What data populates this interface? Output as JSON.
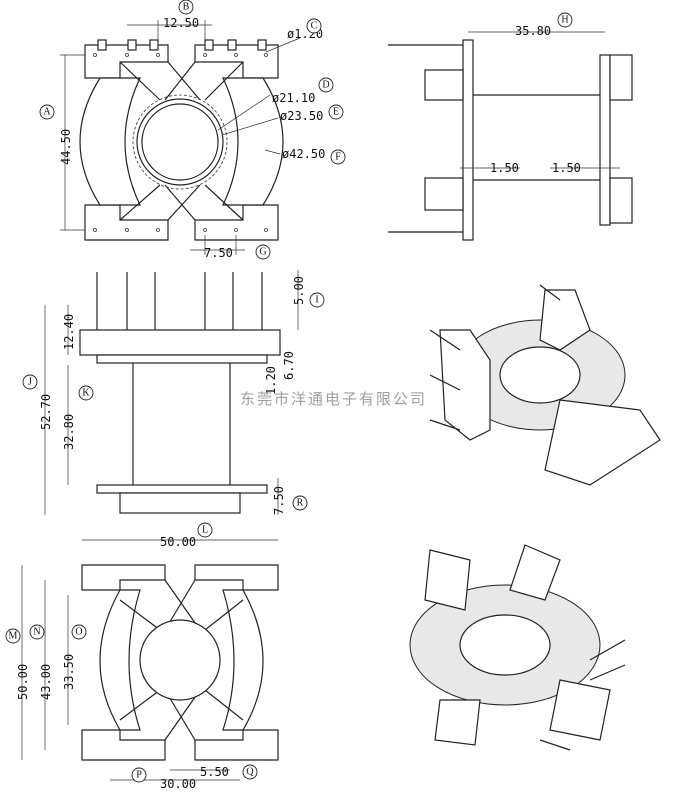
{
  "watermark": "东莞市洋通电子有限公司",
  "dimensions": {
    "B": "12.50",
    "C": "ø1.20",
    "D": "ø21.10",
    "E": "ø23.50",
    "F": "ø42.50",
    "A": "44.50",
    "G": "7.50",
    "H": "35.80",
    "wall_left": "1.50",
    "wall_right": "1.50",
    "I": "5.00",
    "J": "52.70",
    "K": "32.80",
    "L": "50.00",
    "M": "50.00",
    "N": "43.00",
    "O": "33.50",
    "P": "30.00",
    "Q": "5.50",
    "R": "7.50",
    "side_12_40": "12.40",
    "side_1_20": "1.20",
    "side_6_70": "6.70"
  },
  "callouts": [
    "A",
    "B",
    "C",
    "D",
    "E",
    "F",
    "G",
    "H",
    "I",
    "J",
    "K",
    "L",
    "M",
    "N",
    "O",
    "P",
    "Q",
    "R"
  ]
}
